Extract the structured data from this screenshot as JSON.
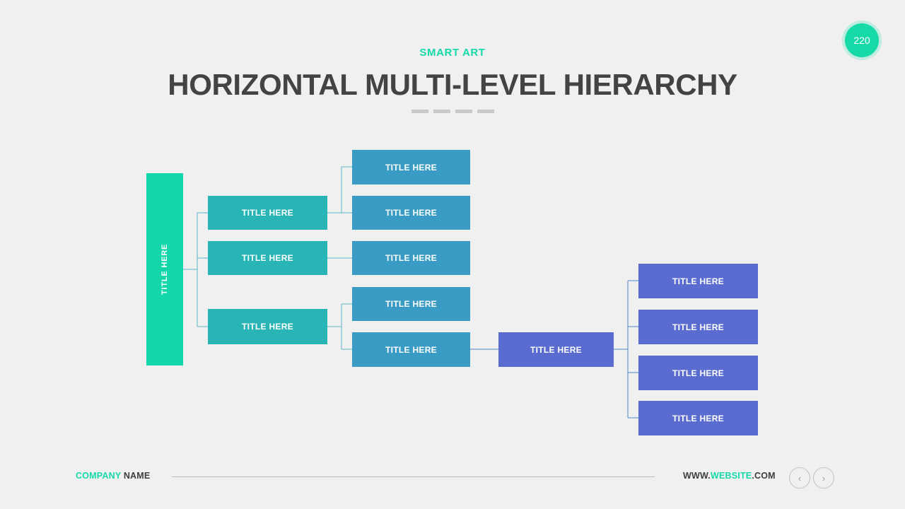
{
  "header": {
    "eyebrow": "SMART ART",
    "title": "HORIZONTAL MULTI-LEVEL HIERARCHY",
    "badge_value": "220"
  },
  "colors": {
    "background": "#f0f0f0",
    "accent_green": "#16d9a8",
    "root_green": "#13d6ab",
    "teal": "#29b5b5",
    "blue": "#3a9cc4",
    "purple": "#5a6cd0",
    "title_gray": "#434343",
    "line_blue": "#4f86c6",
    "line_teal": "#5bb6c6"
  },
  "diagram": {
    "root": {
      "label": "TITLE HERE"
    },
    "level2": [
      {
        "label": "TITLE HERE"
      },
      {
        "label": "TITLE HERE"
      },
      {
        "label": "TITLE HERE"
      }
    ],
    "level3": [
      {
        "label": "TITLE HERE"
      },
      {
        "label": "TITLE HERE"
      },
      {
        "label": "TITLE HERE"
      },
      {
        "label": "TITLE HERE"
      },
      {
        "label": "TITLE HERE"
      }
    ],
    "hub": {
      "label": "TITLE HERE"
    },
    "level5": [
      {
        "label": "TITLE HERE"
      },
      {
        "label": "TITLE HERE"
      },
      {
        "label": "TITLE HERE"
      },
      {
        "label": "TITLE HERE"
      }
    ]
  },
  "footer": {
    "company_accent": "COMPANY",
    "company_rest": " NAME",
    "website_prefix": "WWW.",
    "website_accent": "WEBSITE",
    "website_suffix": ".COM",
    "prev_label": "‹",
    "next_label": "›"
  }
}
